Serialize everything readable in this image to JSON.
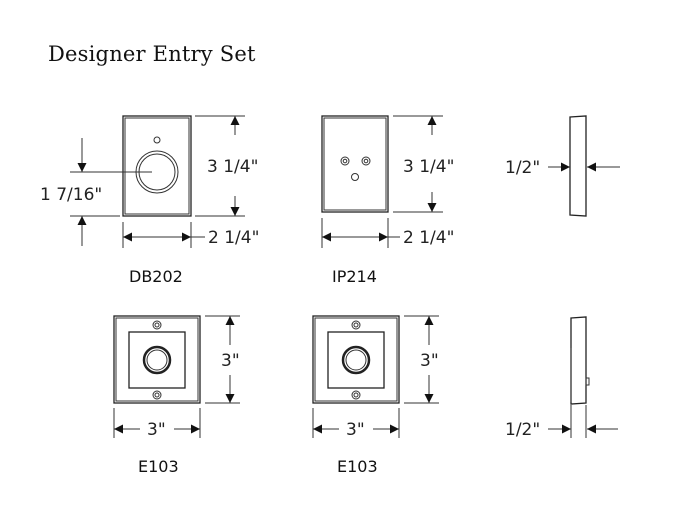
{
  "title": "Designer Entry Set",
  "products": [
    {
      "model": "DB202",
      "height": "3 1/4\"",
      "width": "2 1/4\"",
      "offset": "1 7/16\""
    },
    {
      "model": "IP214",
      "height": "3 1/4\"",
      "width": "2 1/4\""
    },
    {
      "model": "E103",
      "height": "3\"",
      "width": "3\""
    },
    {
      "model": "E103",
      "height": "3\"",
      "width": "3\""
    }
  ],
  "side_views": [
    {
      "depth": "1/2\""
    },
    {
      "depth": "1/2\""
    }
  ]
}
